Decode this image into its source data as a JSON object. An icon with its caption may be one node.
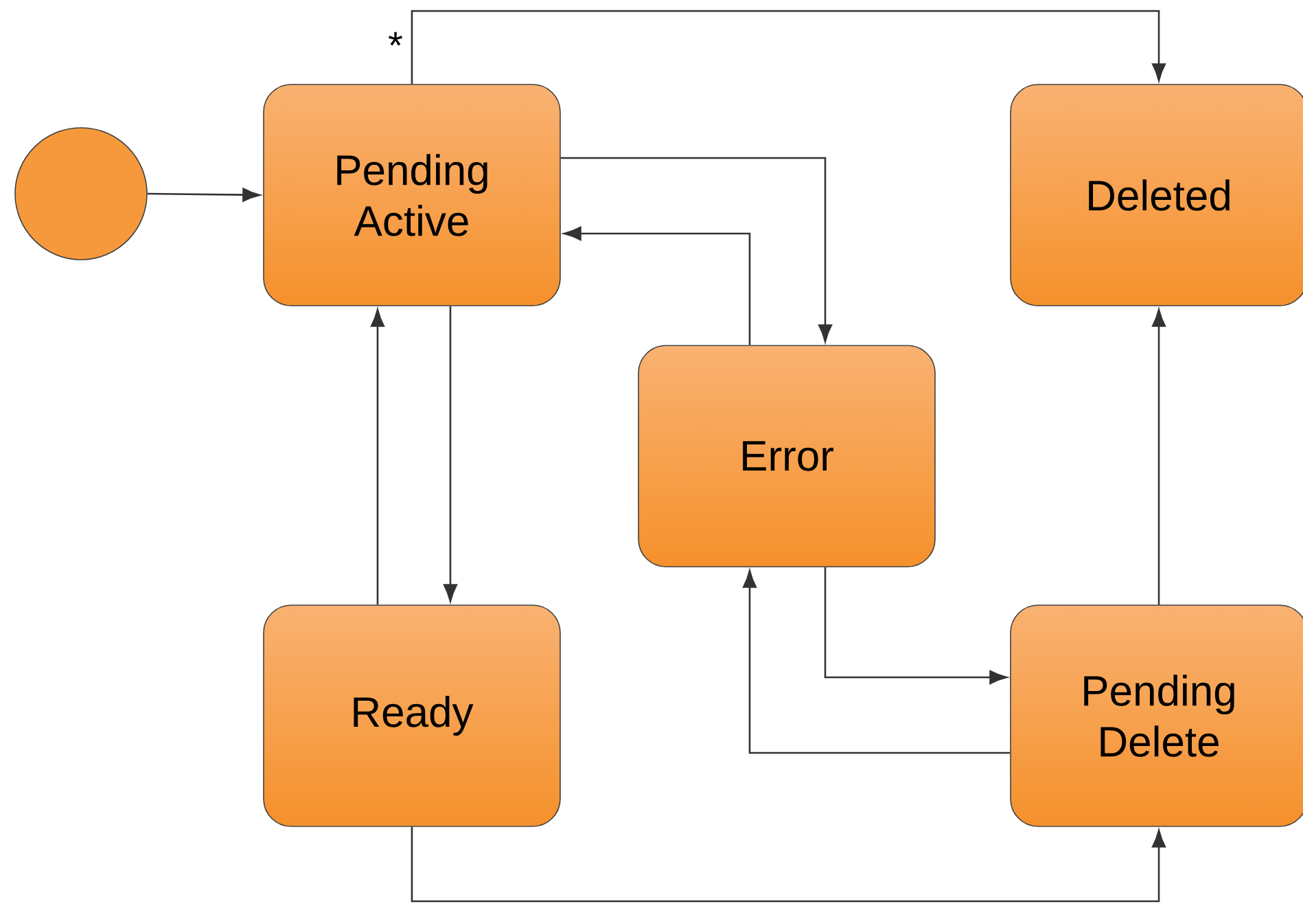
{
  "diagram": {
    "nodes": [
      {
        "text": [],
        "shape": "circle"
      },
      {
        "text": [
          "Pending Active"
        ]
      },
      {
        "text": [
          "Deleted"
        ]
      },
      {
        "text": [
          "Error"
        ]
      },
      {
        "text": [
          "Ready"
        ]
      },
      {
        "text": [
          "Pending Delete"
        ]
      }
    ],
    "edges": [
      {
        "from": 0,
        "to": 1,
        "arrow": "to"
      },
      {
        "from": 1,
        "to": 2,
        "arrow": "to",
        "label": "*"
      },
      {
        "from": 1,
        "to": 3,
        "arrow": "to"
      },
      {
        "from": 3,
        "to": 1,
        "arrow": "to"
      },
      {
        "from": 1,
        "to": 4,
        "arrow": "to"
      },
      {
        "from": 4,
        "to": 1,
        "arrow": "to"
      },
      {
        "from": 3,
        "to": 5,
        "arrow": "to"
      },
      {
        "from": 5,
        "to": 3,
        "arrow": "to"
      },
      {
        "from": 5,
        "to": 2,
        "arrow": "to"
      },
      {
        "from": 4,
        "to": 5,
        "arrow": "to"
      }
    ]
  }
}
